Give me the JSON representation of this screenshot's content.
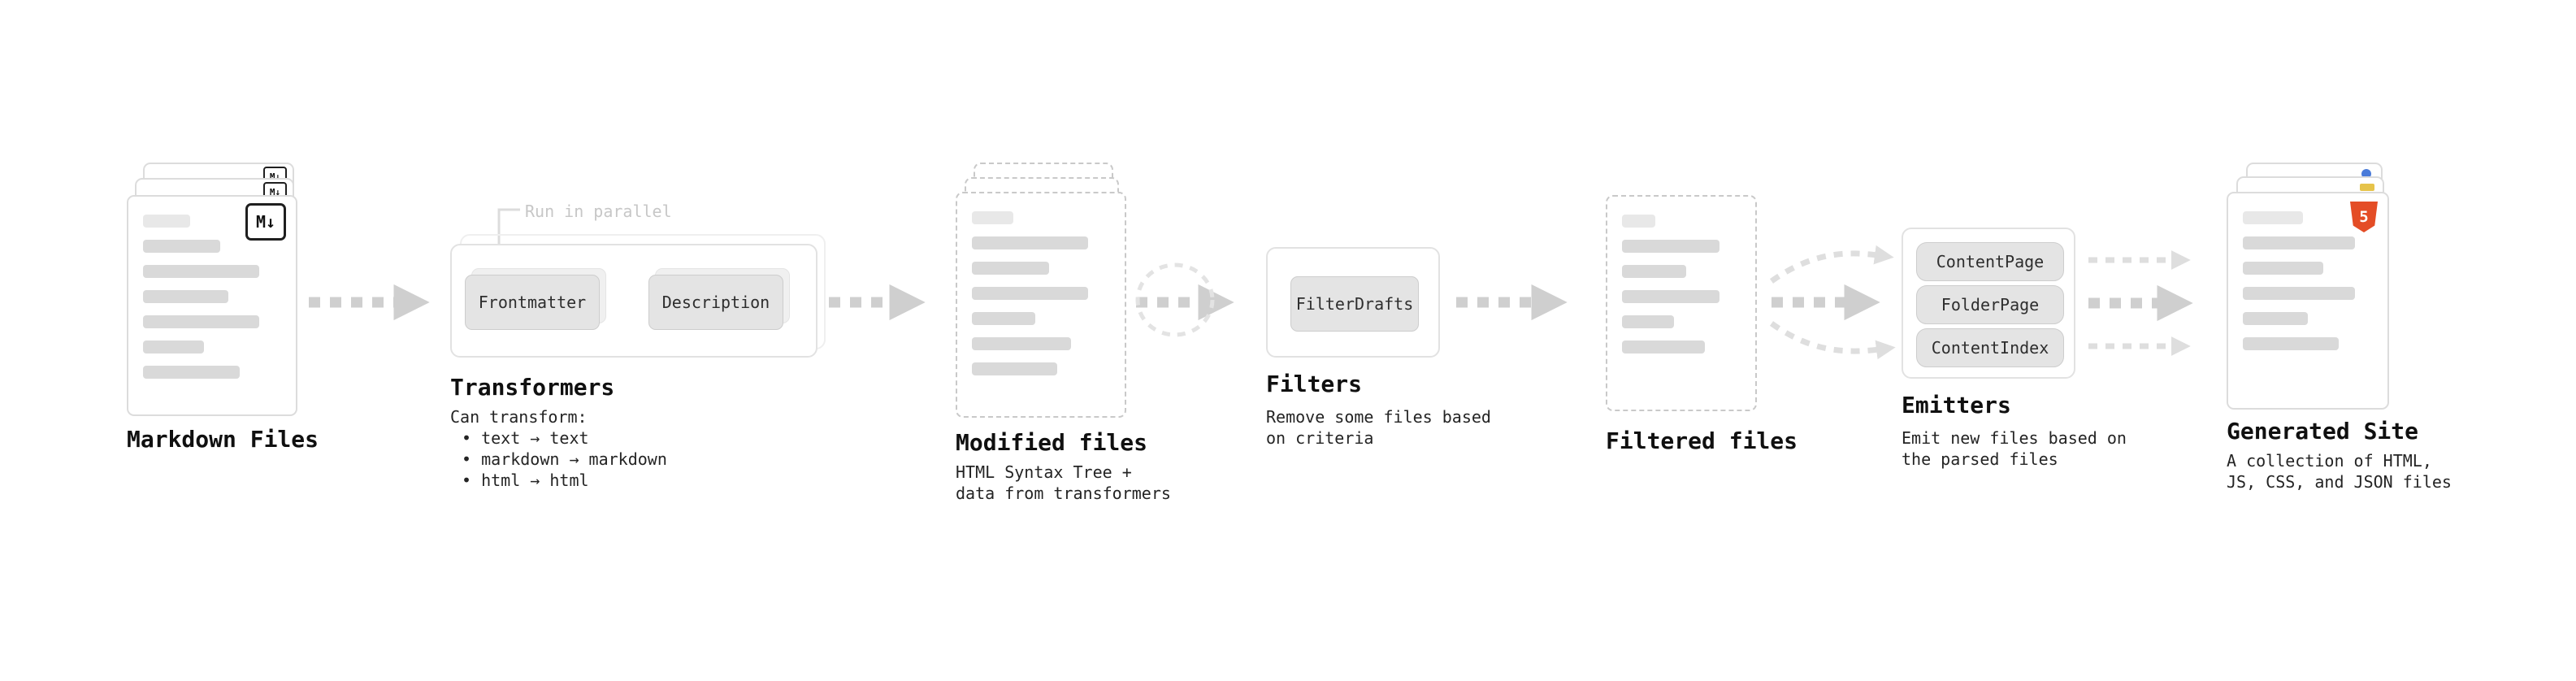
{
  "diagram": {
    "markdown_files": {
      "title": "Markdown Files",
      "badge": "M↓"
    },
    "transformers": {
      "title": "Transformers",
      "parallel_label": "Run in parallel",
      "box1": "Frontmatter",
      "box2": "Description",
      "desc": [
        "Can transform:",
        "• text → text",
        "• markdown → markdown",
        "• html → html"
      ]
    },
    "modified_files": {
      "title": "Modified files",
      "desc": [
        "HTML Syntax Tree +",
        "data from transformers"
      ]
    },
    "filters": {
      "title": "Filters",
      "box1": "FilterDrafts",
      "desc": [
        "Remove some files based",
        "on criteria"
      ]
    },
    "filtered_files": {
      "title": "Filtered files"
    },
    "emitters": {
      "title": "Emitters",
      "box1": "ContentPage",
      "box2": "FolderPage",
      "box3": "ContentIndex",
      "desc": [
        "Emit new files based on",
        "the parsed files"
      ]
    },
    "generated_site": {
      "title": "Generated Site",
      "badge": "5",
      "desc": [
        "A collection of HTML,",
        "JS, CSS, and JSON files"
      ]
    },
    "colors": {
      "arrow": "#cfcfcf",
      "arrow_light": "#dedede",
      "html5_orange": "#e44d26",
      "bar_gray": "#d9d9d9"
    }
  }
}
